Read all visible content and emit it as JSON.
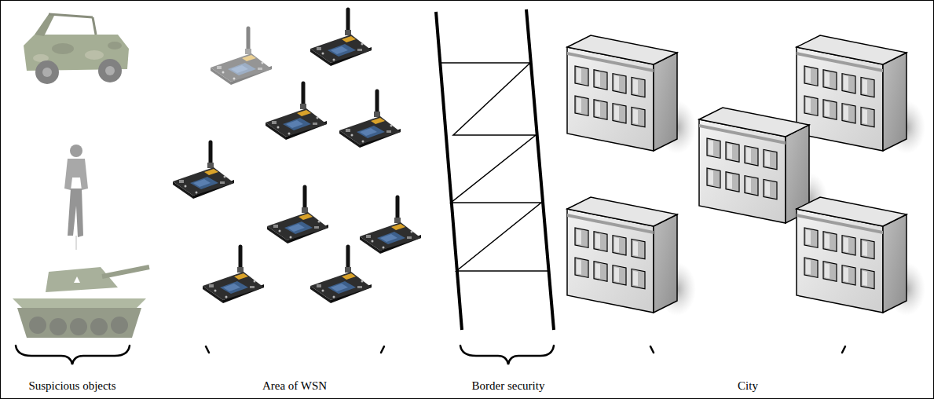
{
  "diagram": {
    "labels": [
      "Suspicious objects",
      "Area of WSN",
      "Border security",
      "City"
    ]
  }
}
